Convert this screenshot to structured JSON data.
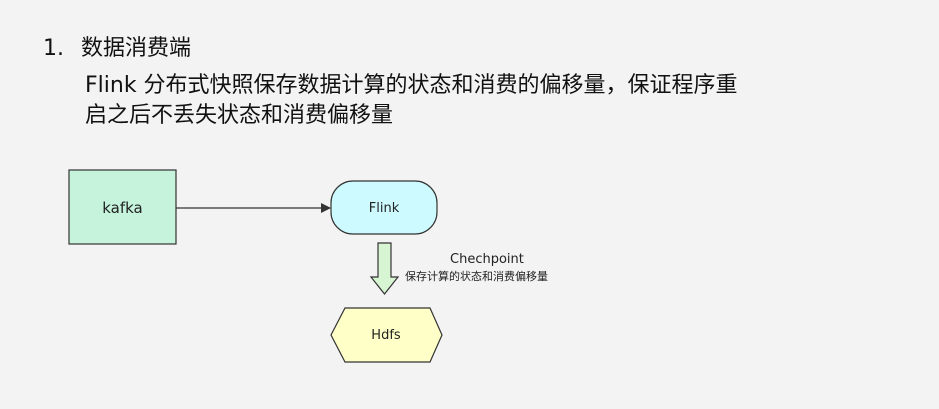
{
  "heading": {
    "number": "1.",
    "title": "数据消费端"
  },
  "description": {
    "line1": "Flink 分布式快照保存数据计算的状态和消费的偏移量，保证程序重",
    "line2": "启之后不丢失状态和消费偏移量"
  },
  "diagram": {
    "nodes": {
      "kafka": {
        "label": "kafka",
        "fill": "#c6f3dc"
      },
      "flink": {
        "label": "Flink",
        "fill": "#cdfaff"
      },
      "hdfs": {
        "label": "Hdfs",
        "fill": "#ffffc8"
      }
    },
    "annotation": {
      "title": "Chechpoint",
      "subtitle": "保存计算的状态和消费偏移量"
    },
    "down_arrow_fill": "#d8f5d3"
  }
}
